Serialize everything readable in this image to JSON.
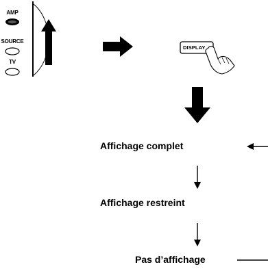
{
  "remote": {
    "modes": [
      {
        "label": "AMP",
        "selected": true
      },
      {
        "label": "SOURCE",
        "selected": false
      },
      {
        "label": "TV",
        "selected": false
      }
    ],
    "display_button_label": "DISPLAY"
  },
  "cycle": {
    "steps": [
      "Affichage complet",
      "Affichage restreint",
      "Pas d’affichage"
    ]
  }
}
